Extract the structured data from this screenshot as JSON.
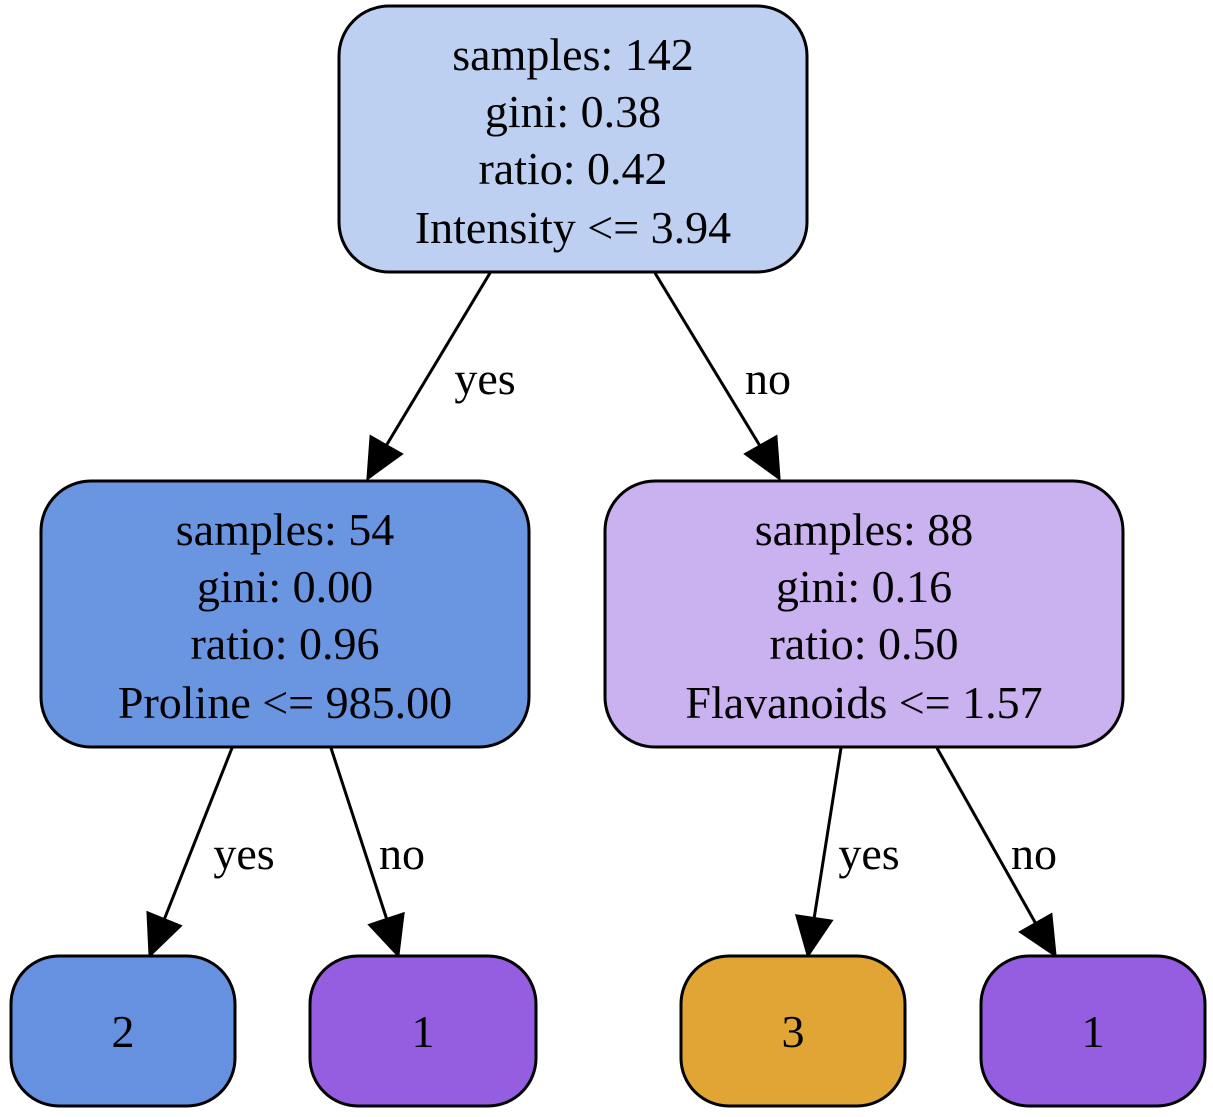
{
  "tree": {
    "root": {
      "lines": [
        "samples: 142",
        "gini: 0.38",
        "ratio: 0.42",
        "Intensity <= 3.94"
      ],
      "fill": "#bed0f2"
    },
    "left": {
      "lines": [
        "samples: 54",
        "gini: 0.00",
        "ratio: 0.96",
        "Proline <= 985.00"
      ],
      "fill": "#6a95e0"
    },
    "right": {
      "lines": [
        "samples: 88",
        "gini: 0.16",
        "ratio: 0.50",
        "Flavanoids <= 1.57"
      ],
      "fill": "#cab1f0"
    },
    "leaves": [
      {
        "label": "2",
        "fill": "#6690e0"
      },
      {
        "label": "1",
        "fill": "#955ee0"
      },
      {
        "label": "3",
        "fill": "#e0a535"
      },
      {
        "label": "1",
        "fill": "#955ee0"
      }
    ],
    "edges": {
      "root_left": "yes",
      "root_right": "no",
      "left_leaf1": "yes",
      "left_leaf2": "no",
      "right_leaf3": "yes",
      "right_leaf4": "no"
    }
  }
}
